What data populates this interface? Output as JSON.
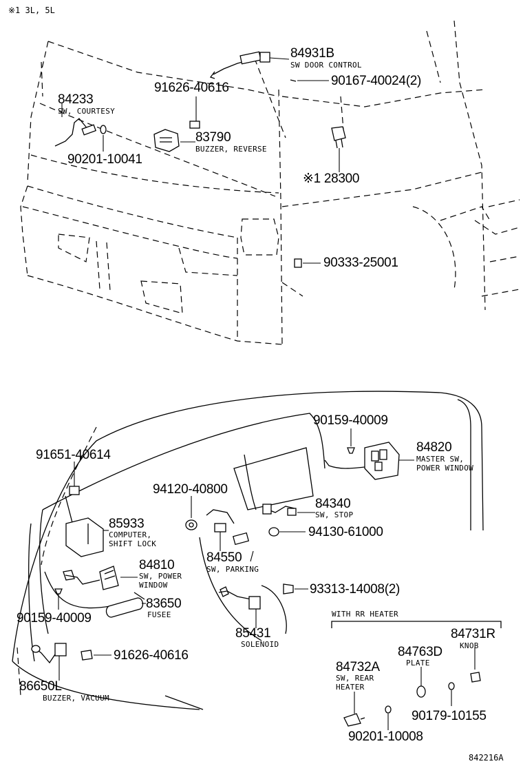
{
  "note_top": "※1 3L, 5L",
  "footer_code": "842216A",
  "rr_heater_caption": "WITH RR HEATER",
  "parts": {
    "p84931b": {
      "number": "84931B",
      "desc": [
        "SW DOOR CONTROL"
      ]
    },
    "p90167": {
      "number": "90167-40024(2)",
      "desc": []
    },
    "p84233": {
      "number": "84233",
      "desc": [
        "SW, COURTESY"
      ]
    },
    "p91626a": {
      "number": "91626-40616",
      "desc": []
    },
    "p83790": {
      "number": "83790",
      "desc": [
        "BUZZER, REVERSE"
      ]
    },
    "p90201a": {
      "number": "90201-10041",
      "desc": []
    },
    "p28300": {
      "number": "※1 28300",
      "desc": []
    },
    "p90333": {
      "number": "90333-25001",
      "desc": []
    },
    "p90159a": {
      "number": "90159-40009",
      "desc": []
    },
    "p84820": {
      "number": "84820",
      "desc": [
        "MASTER SW,",
        "POWER WINDOW"
      ]
    },
    "p91651": {
      "number": "91651-40614",
      "desc": []
    },
    "p94120": {
      "number": "94120-40800",
      "desc": []
    },
    "p84340": {
      "number": "84340",
      "desc": [
        "SW, STOP"
      ]
    },
    "p85933": {
      "number": "85933",
      "desc": [
        "COMPUTER,",
        "SHIFT LOCK"
      ]
    },
    "p94130": {
      "number": "94130-61000",
      "desc": []
    },
    "p84810": {
      "number": "84810",
      "desc": [
        "SW, POWER",
        "WINDOW"
      ]
    },
    "p84550": {
      "number": "84550",
      "desc": [
        "SW, PARKING"
      ]
    },
    "p93313": {
      "number": "93313-14008(2)",
      "desc": []
    },
    "p83650": {
      "number": "83650",
      "desc": [
        "FUSEE"
      ]
    },
    "p90159b": {
      "number": "90159-40009",
      "desc": []
    },
    "p85431": {
      "number": "85431",
      "desc": [
        "SOLENOID"
      ]
    },
    "p84731r": {
      "number": "84731R",
      "desc": [
        "KNOB"
      ]
    },
    "p84763d": {
      "number": "84763D",
      "desc": [
        "PLATE"
      ]
    },
    "p91626b": {
      "number": "91626-40616",
      "desc": []
    },
    "p84732a": {
      "number": "84732A",
      "desc": [
        "SW, REAR",
        "HEATER"
      ]
    },
    "p86650l": {
      "number": "86650L",
      "desc": [
        "BUZZER, VACUUM"
      ]
    },
    "p90179": {
      "number": "90179-10155",
      "desc": []
    },
    "p90201b": {
      "number": "90201-10008",
      "desc": []
    }
  }
}
